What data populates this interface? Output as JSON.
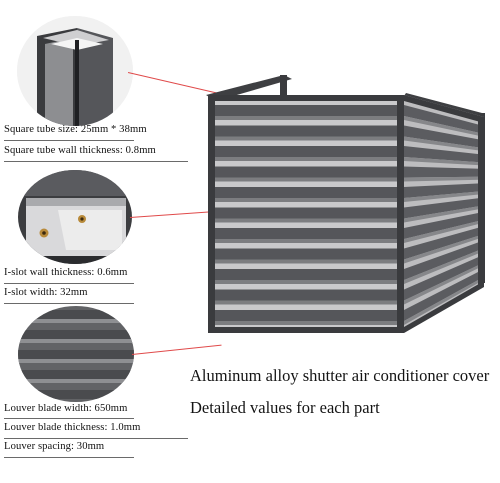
{
  "specs": {
    "square_tube_size": "Square tube size: 25mm * 38mm",
    "square_tube_wall": "Square tube wall thickness: 0.8mm",
    "islot_wall": "I-slot wall thickness: 0.6mm",
    "islot_width": "I-slot width: 32mm",
    "louver_width": "Louver blade width: 650mm",
    "louver_thickness": "Louver blade thickness: 1.0mm",
    "louver_spacing": "Louver spacing: 30mm"
  },
  "captions": {
    "title": "Aluminum alloy shutter air conditioner cover",
    "subtitle": "Detailed values for each part"
  },
  "colors": {
    "frame": "#4a4b4e",
    "frame_dark": "#2f3033",
    "blade_light": "#6e6f72",
    "leader_line": "#e04a4a"
  }
}
